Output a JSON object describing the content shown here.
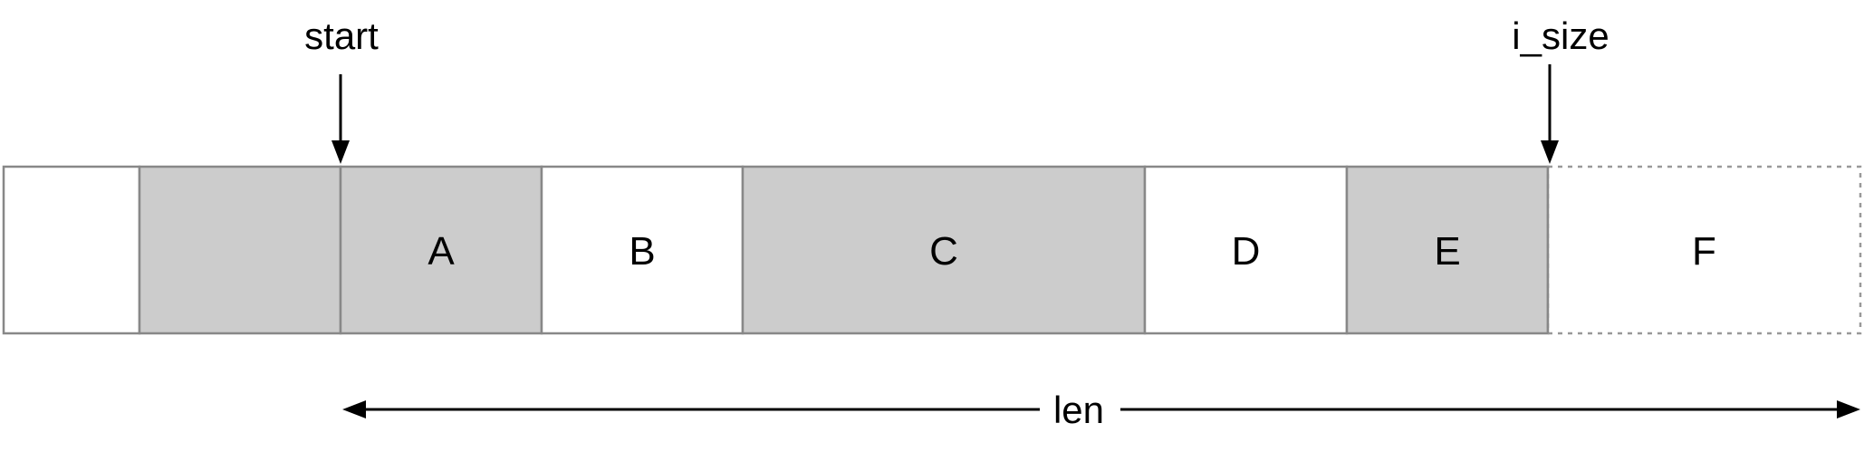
{
  "markers": {
    "start": "start",
    "i_size": "i_size"
  },
  "segments": [
    {
      "label": "",
      "fill": "#ffffff",
      "style": "solid"
    },
    {
      "label": "",
      "fill": "#cccccc",
      "style": "solid"
    },
    {
      "label": "A",
      "fill": "#cccccc",
      "style": "solid"
    },
    {
      "label": "B",
      "fill": "#ffffff",
      "style": "solid"
    },
    {
      "label": "C",
      "fill": "#cccccc",
      "style": "solid"
    },
    {
      "label": "D",
      "fill": "#ffffff",
      "style": "solid"
    },
    {
      "label": "E",
      "fill": "#cccccc",
      "style": "solid"
    },
    {
      "label": "F",
      "fill": "#ffffff",
      "style": "dashed"
    }
  ],
  "length_label": "len",
  "colors": {
    "border": "#888888",
    "shaded": "#cccccc",
    "arrow": "#000000"
  }
}
